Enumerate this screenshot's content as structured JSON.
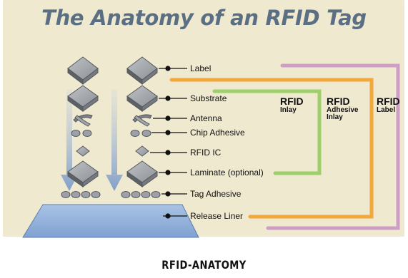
{
  "title": "The Anatomy of an RFID Tag",
  "layers": [
    {
      "name": "Label"
    },
    {
      "name": "Substrate"
    },
    {
      "name": "Antenna"
    },
    {
      "name": "Chip Adhesive"
    },
    {
      "name": "RFID IC"
    },
    {
      "name": "Laminate (optional)"
    },
    {
      "name": "Tag Adhesive"
    },
    {
      "name": "Release Liner"
    }
  ],
  "groups": [
    {
      "line1": "RFID",
      "line2": "Inlay",
      "line3": "",
      "color": "#9dcf6a"
    },
    {
      "line1": "RFID",
      "line2": "Adhesive",
      "line3": "Inlay",
      "color": "#f2a83a"
    },
    {
      "line1": "RFID",
      "line2": "Label",
      "line3": "",
      "color": "#c891c6"
    }
  ],
  "caption": "RFID-ANATOMY"
}
